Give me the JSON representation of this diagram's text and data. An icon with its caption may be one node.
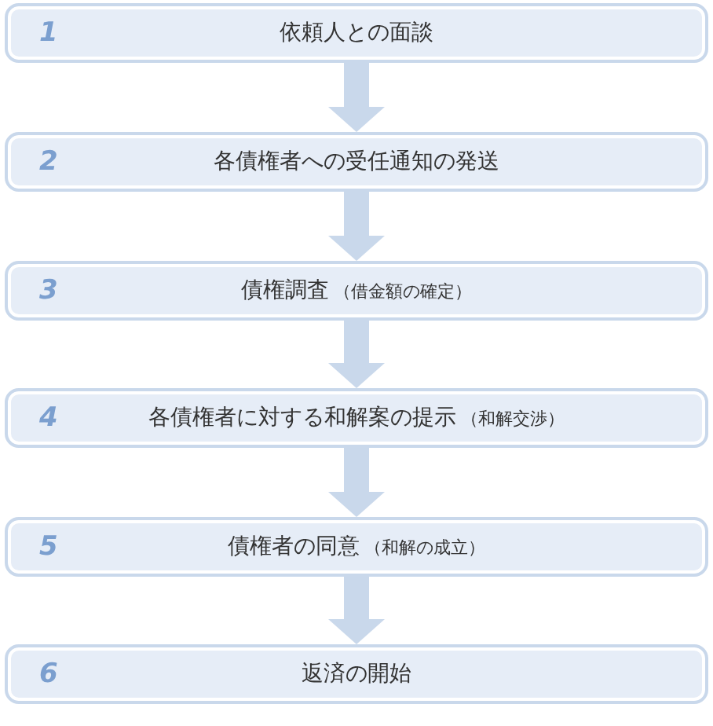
{
  "diagram": {
    "nodes": [
      {
        "text": [
          "1",
          "依頼人との面談"
        ]
      },
      {
        "text": [
          "2",
          "各債権者への受任通知の発送"
        ]
      },
      {
        "text": [
          "3",
          "債権調査",
          "（借金額の確定）"
        ]
      },
      {
        "text": [
          "4",
          "各債権者に対する和解案の提示",
          "（和解交渉）"
        ]
      },
      {
        "text": [
          "5",
          "債権者の同意",
          "（和解の成立）"
        ]
      },
      {
        "text": [
          "6",
          "返済の開始"
        ]
      }
    ],
    "edges": [
      {
        "from": 0,
        "to": 1,
        "arrow": "to"
      },
      {
        "from": 1,
        "to": 2,
        "arrow": "to"
      },
      {
        "from": 2,
        "to": 3,
        "arrow": "to"
      },
      {
        "from": 3,
        "to": 4,
        "arrow": "to"
      },
      {
        "from": 4,
        "to": 5,
        "arrow": "to"
      }
    ]
  }
}
